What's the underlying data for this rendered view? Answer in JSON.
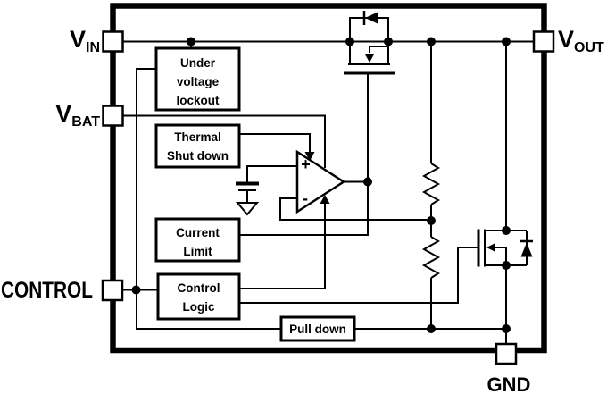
{
  "diagram": {
    "colors": {
      "ink": "#000000",
      "background": "#ffffff"
    },
    "pins": {
      "vin": {
        "main": "V",
        "sub": "IN"
      },
      "vbat": {
        "main": "V",
        "sub": "BAT"
      },
      "control": {
        "label": "CONTROL"
      },
      "vout": {
        "main": "V",
        "sub": "OUT"
      },
      "gnd": {
        "label": "GND"
      }
    },
    "blocks": {
      "uvlo": {
        "lines": [
          "Under",
          "voltage",
          "lockout"
        ]
      },
      "thermal": {
        "lines": [
          "Thermal",
          "Shut down"
        ]
      },
      "current_limit": {
        "lines": [
          "Current",
          "Limit"
        ]
      },
      "control_logic": {
        "lines": [
          "Control",
          "Logic"
        ]
      },
      "pull_down": {
        "label": "Pull down"
      }
    },
    "opamp": {
      "plus": "+",
      "minus": "-"
    }
  }
}
